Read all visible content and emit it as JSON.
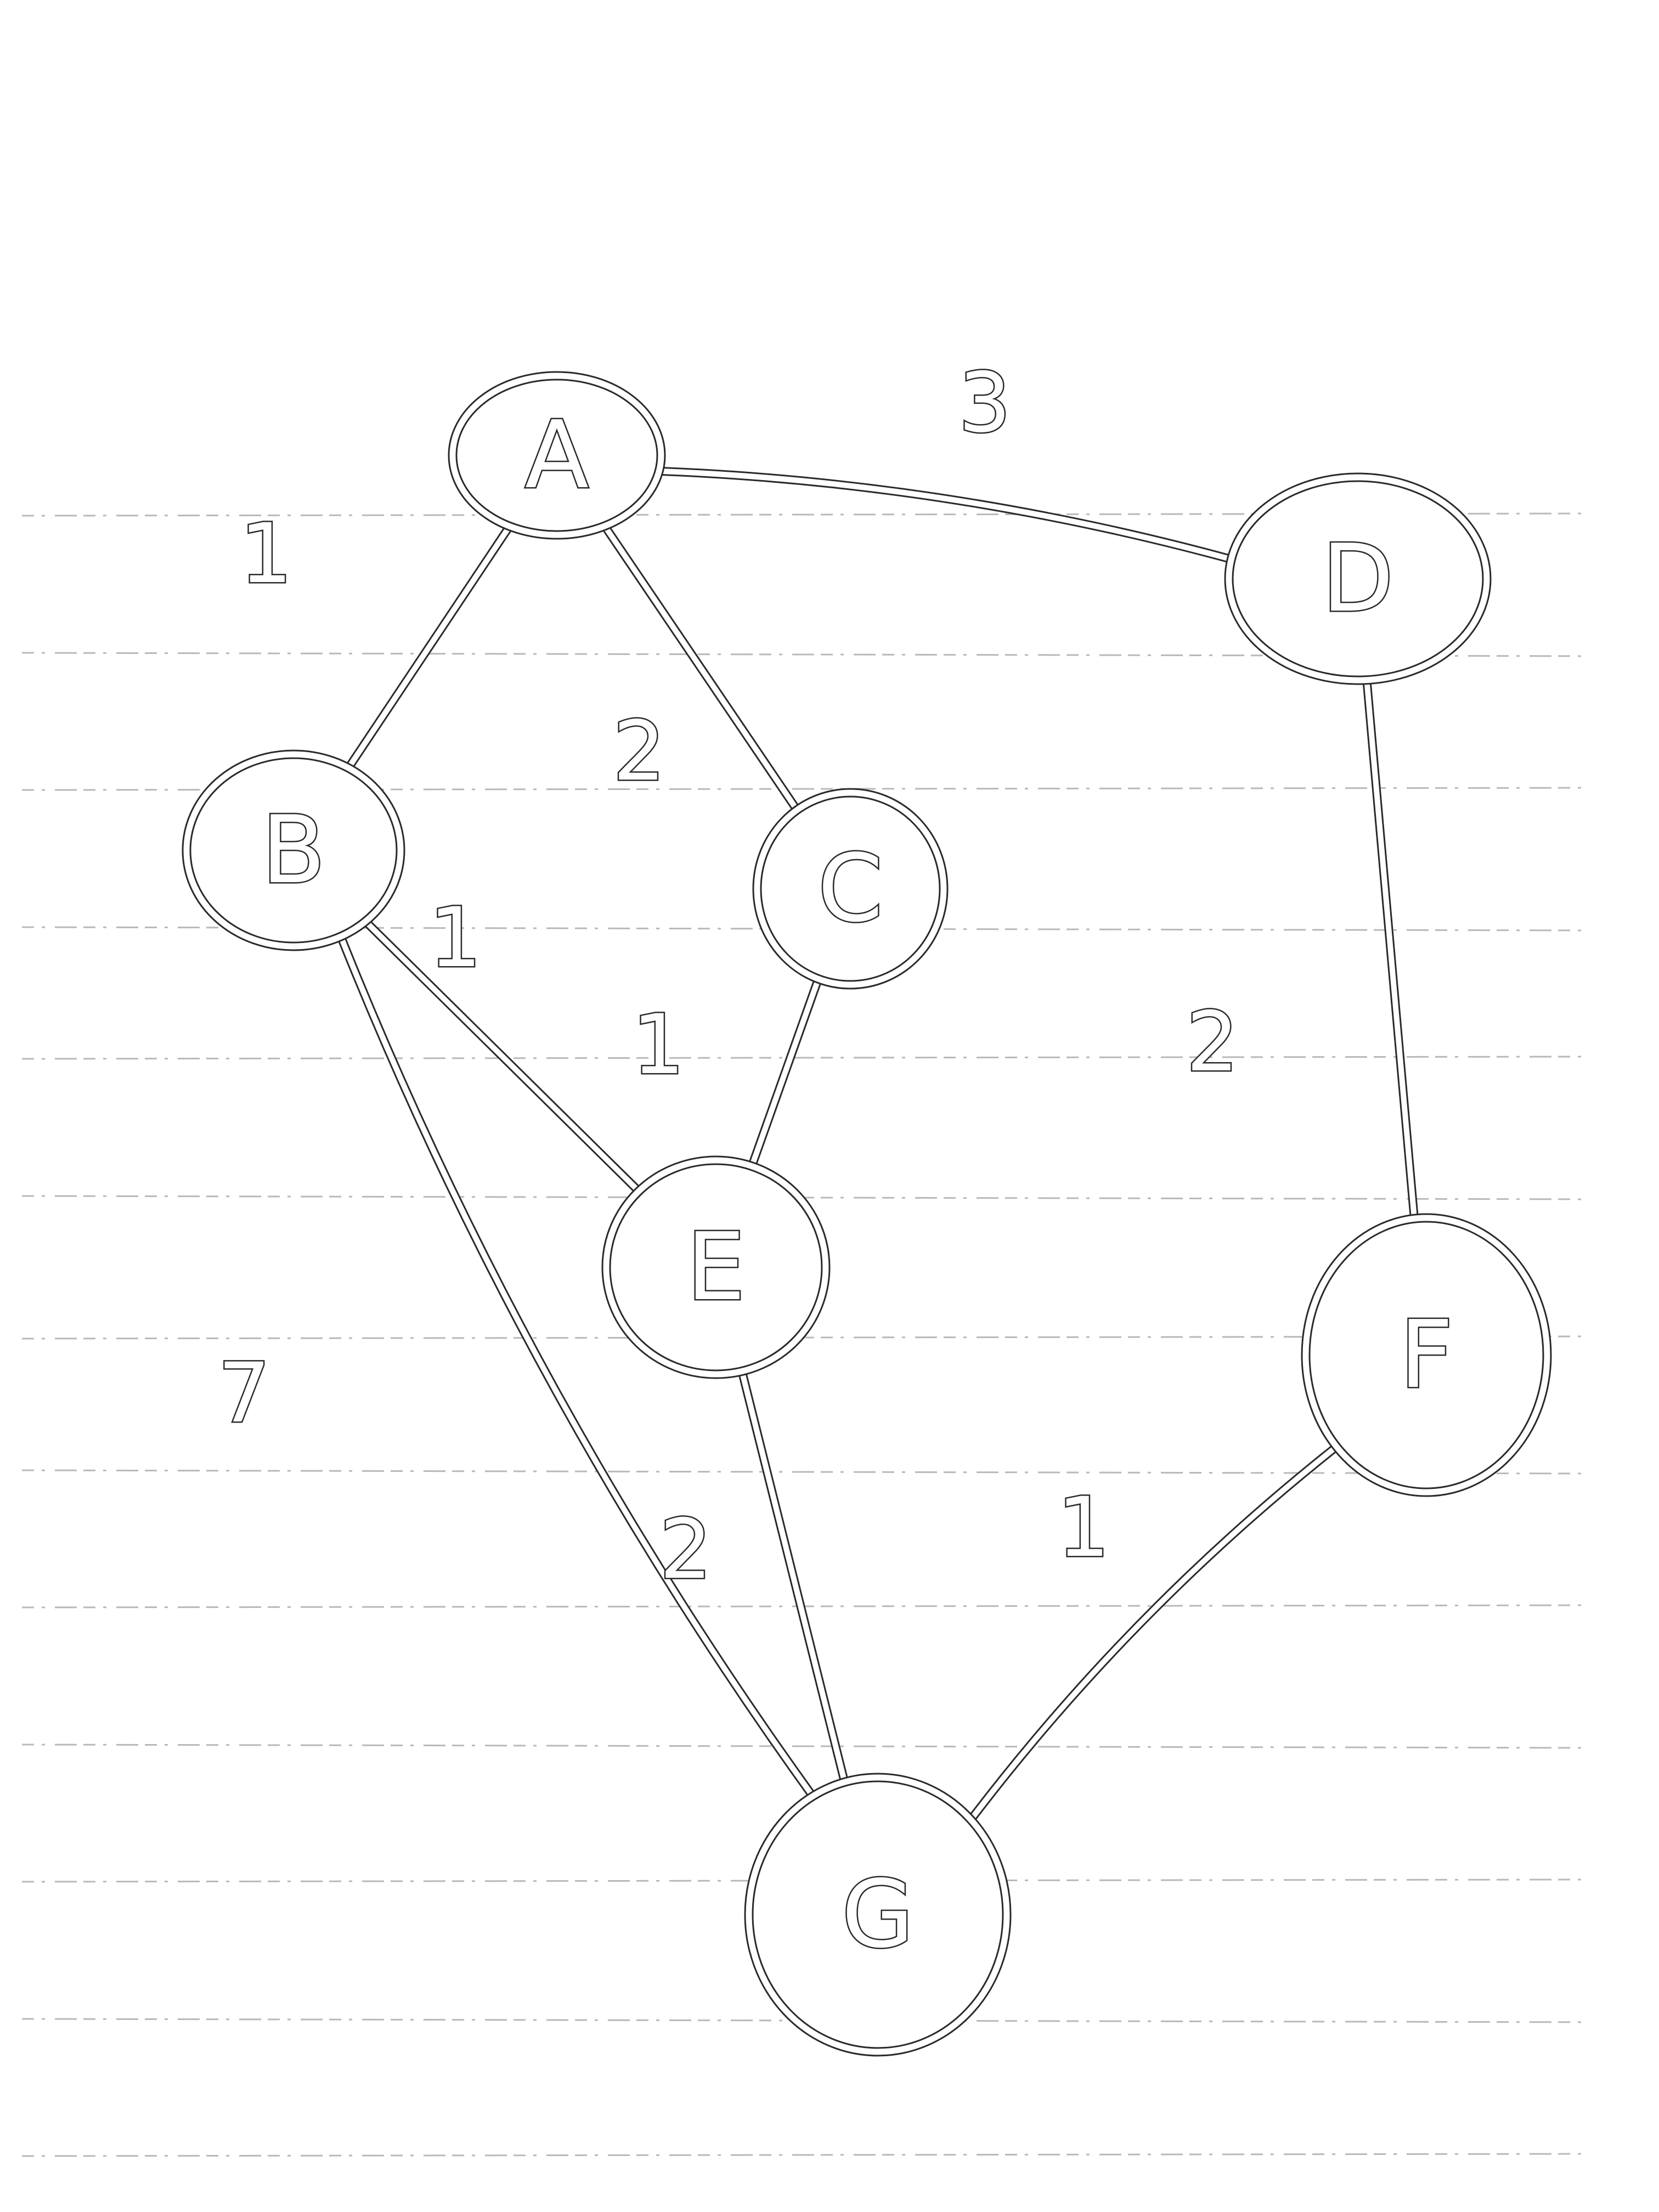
{
  "graph": {
    "nodes": [
      {
        "id": "A",
        "label": "A"
      },
      {
        "id": "B",
        "label": "B"
      },
      {
        "id": "C",
        "label": "C"
      },
      {
        "id": "D",
        "label": "D"
      },
      {
        "id": "E",
        "label": "E"
      },
      {
        "id": "F",
        "label": "F"
      },
      {
        "id": "G",
        "label": "G"
      }
    ],
    "edges": [
      {
        "from": "A",
        "to": "B",
        "weight": "1"
      },
      {
        "from": "A",
        "to": "C",
        "weight": "2"
      },
      {
        "from": "A",
        "to": "D",
        "weight": "3"
      },
      {
        "from": "B",
        "to": "E",
        "weight": "1"
      },
      {
        "from": "B",
        "to": "G",
        "weight": "7"
      },
      {
        "from": "C",
        "to": "E",
        "weight": "1"
      },
      {
        "from": "D",
        "to": "F",
        "weight": "2"
      },
      {
        "from": "E",
        "to": "G",
        "weight": "2"
      },
      {
        "from": "F",
        "to": "G",
        "weight": "1"
      }
    ]
  }
}
